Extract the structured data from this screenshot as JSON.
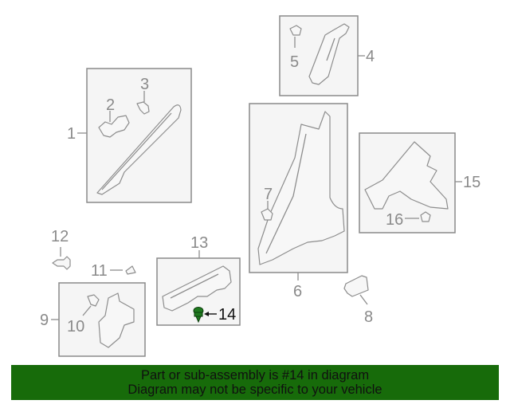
{
  "colors": {
    "highlight": "#1f7a1f",
    "banner_bg": "#176b0a",
    "line": "#8a8a8a",
    "box_fill": "#f5f5f5"
  },
  "callouts": {
    "c1": "1",
    "c2": "2",
    "c3": "3",
    "c4": "4",
    "c5": "5",
    "c6": "6",
    "c7": "7",
    "c8": "8",
    "c9": "9",
    "c10": "10",
    "c11": "11",
    "c12": "12",
    "c13": "13",
    "c14": "14",
    "c15": "15",
    "c16": "16"
  },
  "highlighted_part": "14",
  "banner": {
    "line1": "Part or sub-assembly is #14 in diagram",
    "line2": "Diagram may not be specific to your vehicle"
  }
}
